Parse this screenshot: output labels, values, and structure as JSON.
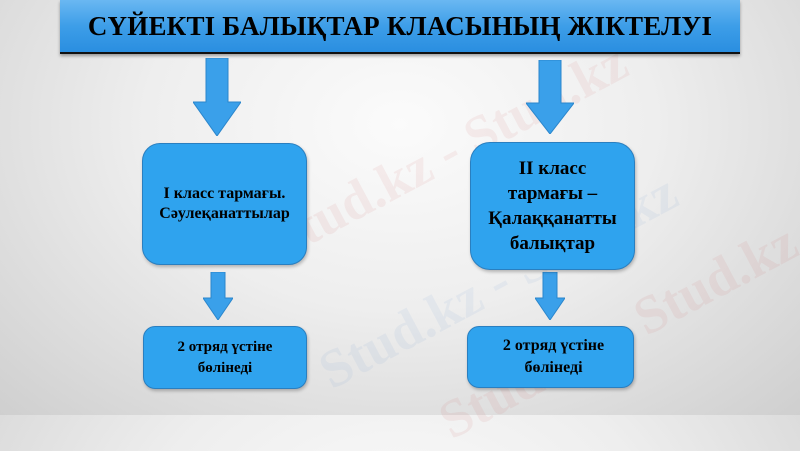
{
  "title": "СҮЙЕКТІ БАЛЫҚТАР КЛАСЫНЫҢ ЖІКТЕЛУІ",
  "colors": {
    "title_bar": "#3d9ee8",
    "box_fill": "#2fa3ee",
    "arrow_fill": "#3aa0ea",
    "text": "#000000"
  },
  "branches": [
    {
      "class_box": {
        "lines": [
          "І класс тармағы.",
          "Сәулеқанаттылар"
        ]
      },
      "order_box": {
        "lines": [
          "2 отряд үстіне",
          "бөлінеді"
        ]
      }
    },
    {
      "class_box": {
        "lines": [
          "ІІ класс",
          "тармағы –",
          "Қалаққанатты",
          "балықтар"
        ]
      },
      "order_box": {
        "lines": [
          "2 отряд үстіне",
          "бөлінеді"
        ]
      }
    }
  ],
  "watermark": {
    "text": "Stud.kz - Stud.kz"
  }
}
